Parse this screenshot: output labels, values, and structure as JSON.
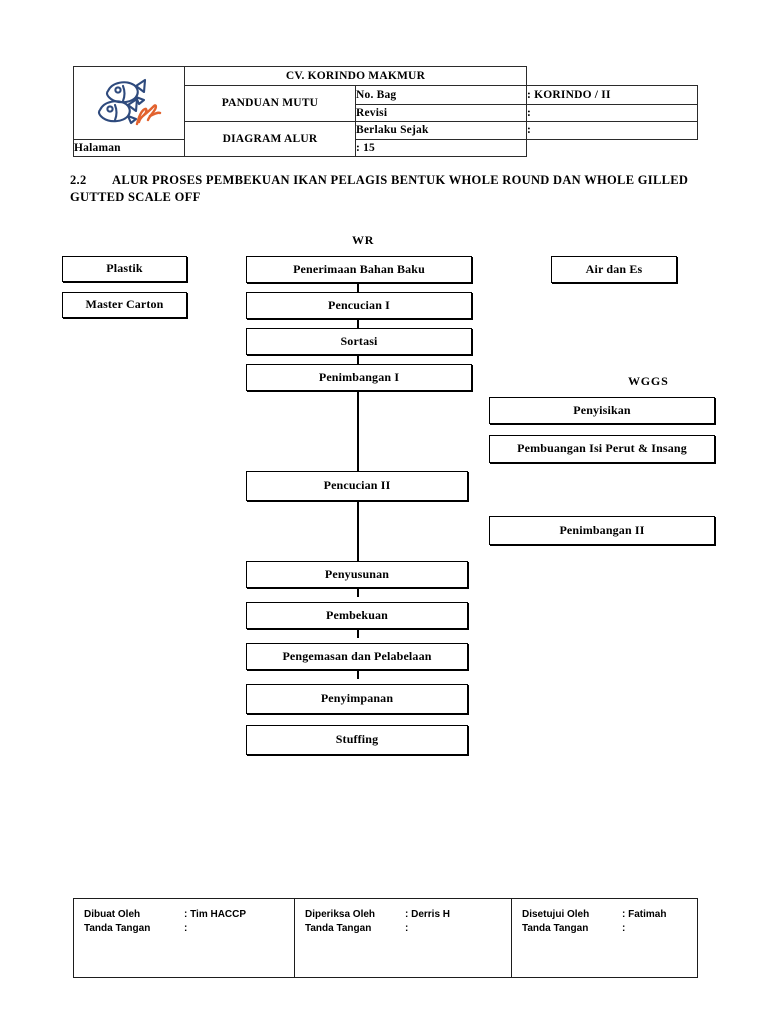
{
  "header": {
    "logo_name": "korindo-fish-logo",
    "company": "CV. KORINDO MAKMUR",
    "doc_type": "PANDUAN MUTU",
    "doc_subtype": "DIAGRAM ALUR",
    "fields": [
      {
        "key": "No. Bag",
        "value": ": KORINDO / II"
      },
      {
        "key": "Revisi",
        "value": ":"
      },
      {
        "key": "Berlaku Sejak",
        "value": ":"
      },
      {
        "key": "Halaman",
        "value": ": 15"
      }
    ]
  },
  "section": {
    "number": "2.2",
    "title": "ALUR PROSES PEMBEKUAN IKAN PELAGIS BENTUK WHOLE ROUND DAN WHOLE GILLED GUTTED SCALE OFF"
  },
  "flowchart": {
    "labels": [
      {
        "text": "WR",
        "name": "label-wr"
      },
      {
        "text": "WGGS",
        "name": "label-wggs"
      }
    ],
    "left_boxes": [
      {
        "text": "Plastik",
        "name": "box-plastik"
      },
      {
        "text": "Master Carton",
        "name": "box-master-carton"
      }
    ],
    "main_boxes": [
      {
        "text": "Penerimaan Bahan Baku",
        "name": "box-penerimaan-bahan-baku"
      },
      {
        "text": "Pencucian I",
        "name": "box-pencucian-i"
      },
      {
        "text": "Sortasi",
        "name": "box-sortasi"
      },
      {
        "text": "Penimbangan I",
        "name": "box-penimbangan-i"
      },
      {
        "text": "Pencucian II",
        "name": "box-pencucian-ii"
      },
      {
        "text": "Penyusunan",
        "name": "box-penyusunan"
      },
      {
        "text": "Pembekuan",
        "name": "box-pembekuan"
      },
      {
        "text": "Pengemasan dan Pelabelaan",
        "name": "box-pengemasan-dan-pelabelaan"
      },
      {
        "text": "Penyimpanan",
        "name": "box-penyimpanan"
      },
      {
        "text": "Stuffing",
        "name": "box-stuffing"
      }
    ],
    "right_boxes": [
      {
        "text": "Air dan Es",
        "name": "box-air-dan-es"
      },
      {
        "text": "Penyisikan",
        "name": "box-penyisikan"
      },
      {
        "text": "Pembuangan Isi Perut & Insang",
        "name": "box-pembuangan-isi-perut-insang"
      },
      {
        "text": "Penimbangan II",
        "name": "box-penimbangan-ii"
      }
    ]
  },
  "signature": {
    "columns": [
      {
        "role_key": "Dibuat Oleh",
        "role_value": ": Tim HACCP",
        "sign_key": "Tanda Tangan",
        "sign_value": ":"
      },
      {
        "role_key": "Diperiksa Oleh",
        "role_value": ": Derris H",
        "sign_key": "Tanda Tangan",
        "sign_value": ":"
      },
      {
        "role_key": "Disetujui Oleh",
        "role_value": ": Fatimah",
        "sign_key": "Tanda Tangan",
        "sign_value": ":"
      }
    ]
  },
  "colors": {
    "logo_fish": "#2e4a7d",
    "logo_script": "#e2622e",
    "border": "#000000"
  }
}
